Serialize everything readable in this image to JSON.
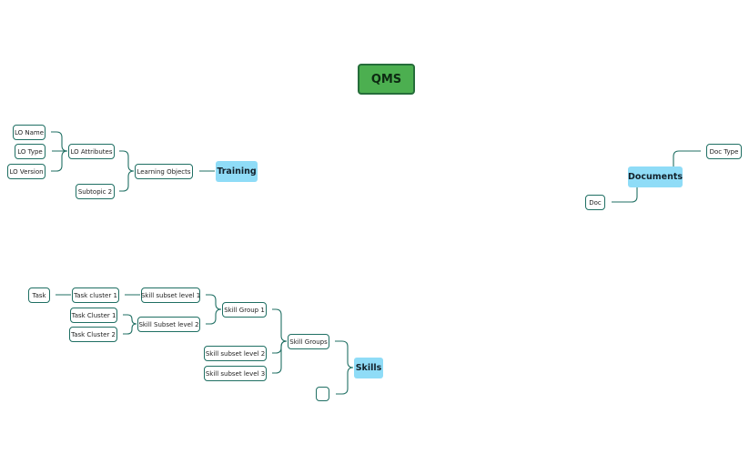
{
  "colors": {
    "connector": "#1f6f63",
    "root_fill": "#4caf50",
    "root_border": "#256d3a",
    "branch_fill": "#8fdcf7",
    "leaf_border": "#1f6f63"
  },
  "root": {
    "label": "QMS"
  },
  "training": {
    "label": "Training",
    "learning_objects": "Learning Objects",
    "lo_attributes": "LO Attributes",
    "subtopic_2": "Subtopic 2",
    "lo_name": "LO Name",
    "lo_type": "LO Type",
    "lo_version": "LO Version"
  },
  "documents": {
    "label": "Documents",
    "doc_type": "Doc Type",
    "doc": "Doc"
  },
  "skills": {
    "label": "Skills",
    "skill_groups": "Skill Groups",
    "skill_group_1": "Skill Group 1",
    "skill_subset_level_2_upper": "Skill subset level 2",
    "skill_subset_level_3": "Skill subset level 3",
    "empty_node": "",
    "skill_subset_level_1": "Skill subset level 1",
    "skill_subset_level_2_lower": "Skill Subset level 2",
    "task_cluster_1_lower": "Task cluster 1",
    "task": "Task",
    "task_cluster_1_upper": "Task Cluster 1",
    "task_cluster_2": "Task Cluster 2"
  }
}
